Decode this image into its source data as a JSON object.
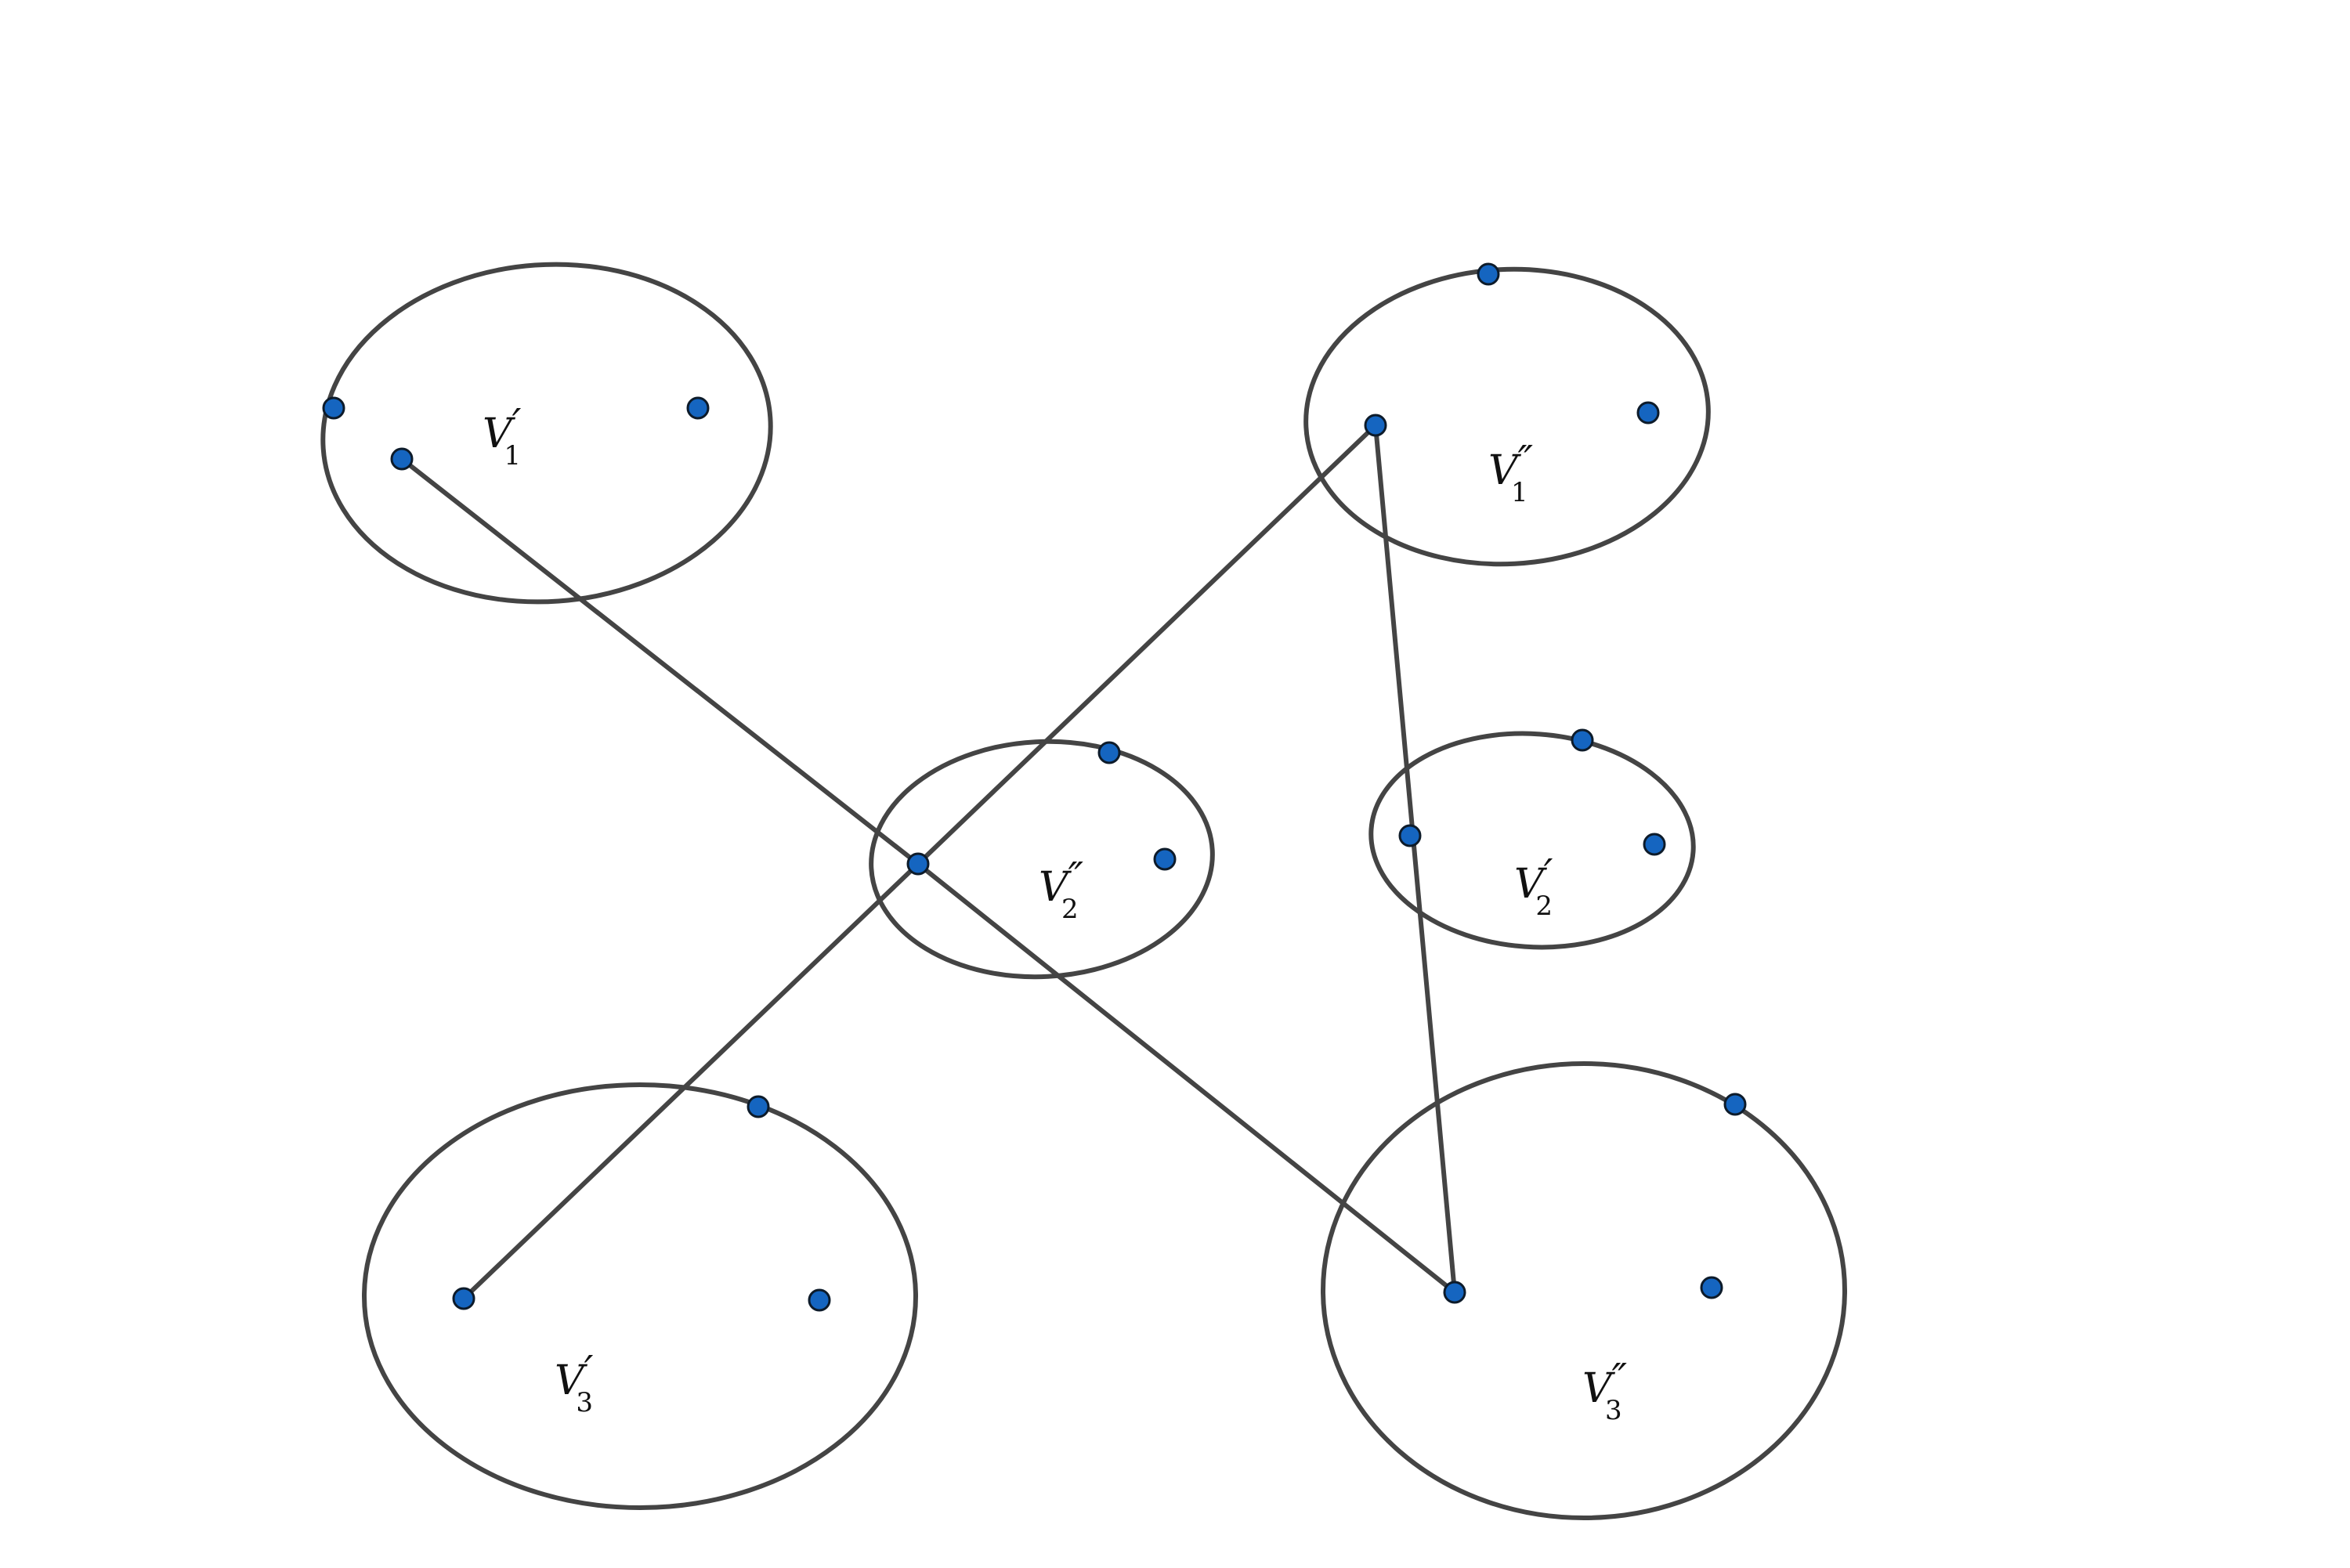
{
  "colors": {
    "outline": "#444444",
    "vertex_fill": "#1565c0",
    "vertex_stroke": "#0d1b2a"
  },
  "sets": [
    {
      "id": "v1p",
      "base": "V",
      "sub": "1",
      "prime": "′"
    },
    {
      "id": "v1pp",
      "base": "V",
      "sub": "1",
      "prime": "″"
    },
    {
      "id": "v2pp",
      "base": "V",
      "sub": "2",
      "prime": "″"
    },
    {
      "id": "v2p",
      "base": "V",
      "sub": "2",
      "prime": "′"
    },
    {
      "id": "v3p",
      "base": "V",
      "sub": "3",
      "prime": "′"
    },
    {
      "id": "v3pp",
      "base": "V",
      "sub": "3",
      "prime": "″"
    }
  ],
  "edges": [
    {
      "from": "v1p-b",
      "to": "v2pp-a"
    },
    {
      "from": "v2pp-a",
      "to": "v1pp-b"
    },
    {
      "from": "v2pp-a",
      "to": "v3p-b"
    },
    {
      "from": "v2pp-a",
      "to": "v3pp-a"
    },
    {
      "from": "v1pp-b",
      "to": "v3pp-a"
    }
  ]
}
